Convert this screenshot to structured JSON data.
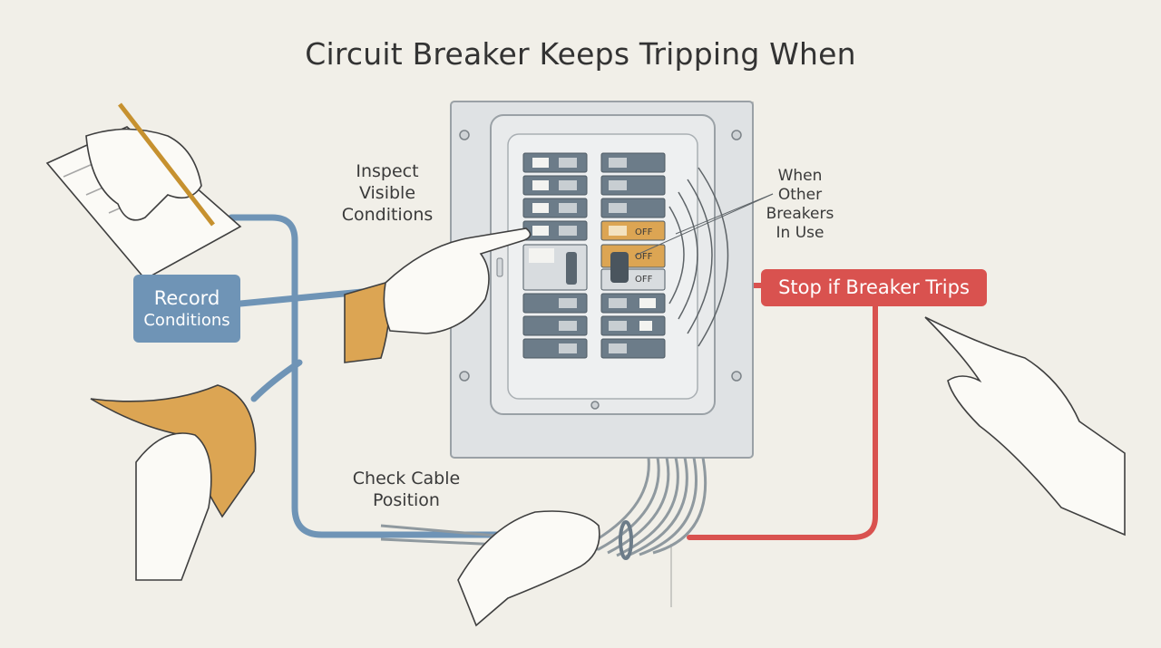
{
  "title": "Circuit Breaker Keeps Tripping When",
  "labels": {
    "inspect": [
      "Inspect",
      "Visible",
      "Conditions"
    ],
    "record": [
      "Record",
      "Conditions"
    ],
    "when_other": [
      "When",
      "Other",
      "Breakers",
      "In Use"
    ],
    "stop": "Stop if Breaker Trips",
    "check_cable": [
      "Check Cable",
      "Position"
    ]
  },
  "panel": {
    "off_labels": [
      "OFF",
      "OFF",
      "OFF"
    ]
  },
  "colors": {
    "background": "#f1efe8",
    "blue": "#6f94b6",
    "red": "#d9524f",
    "orange": "#dca553",
    "panel": "#e1e4e6",
    "breaker": "#6c7c89"
  }
}
